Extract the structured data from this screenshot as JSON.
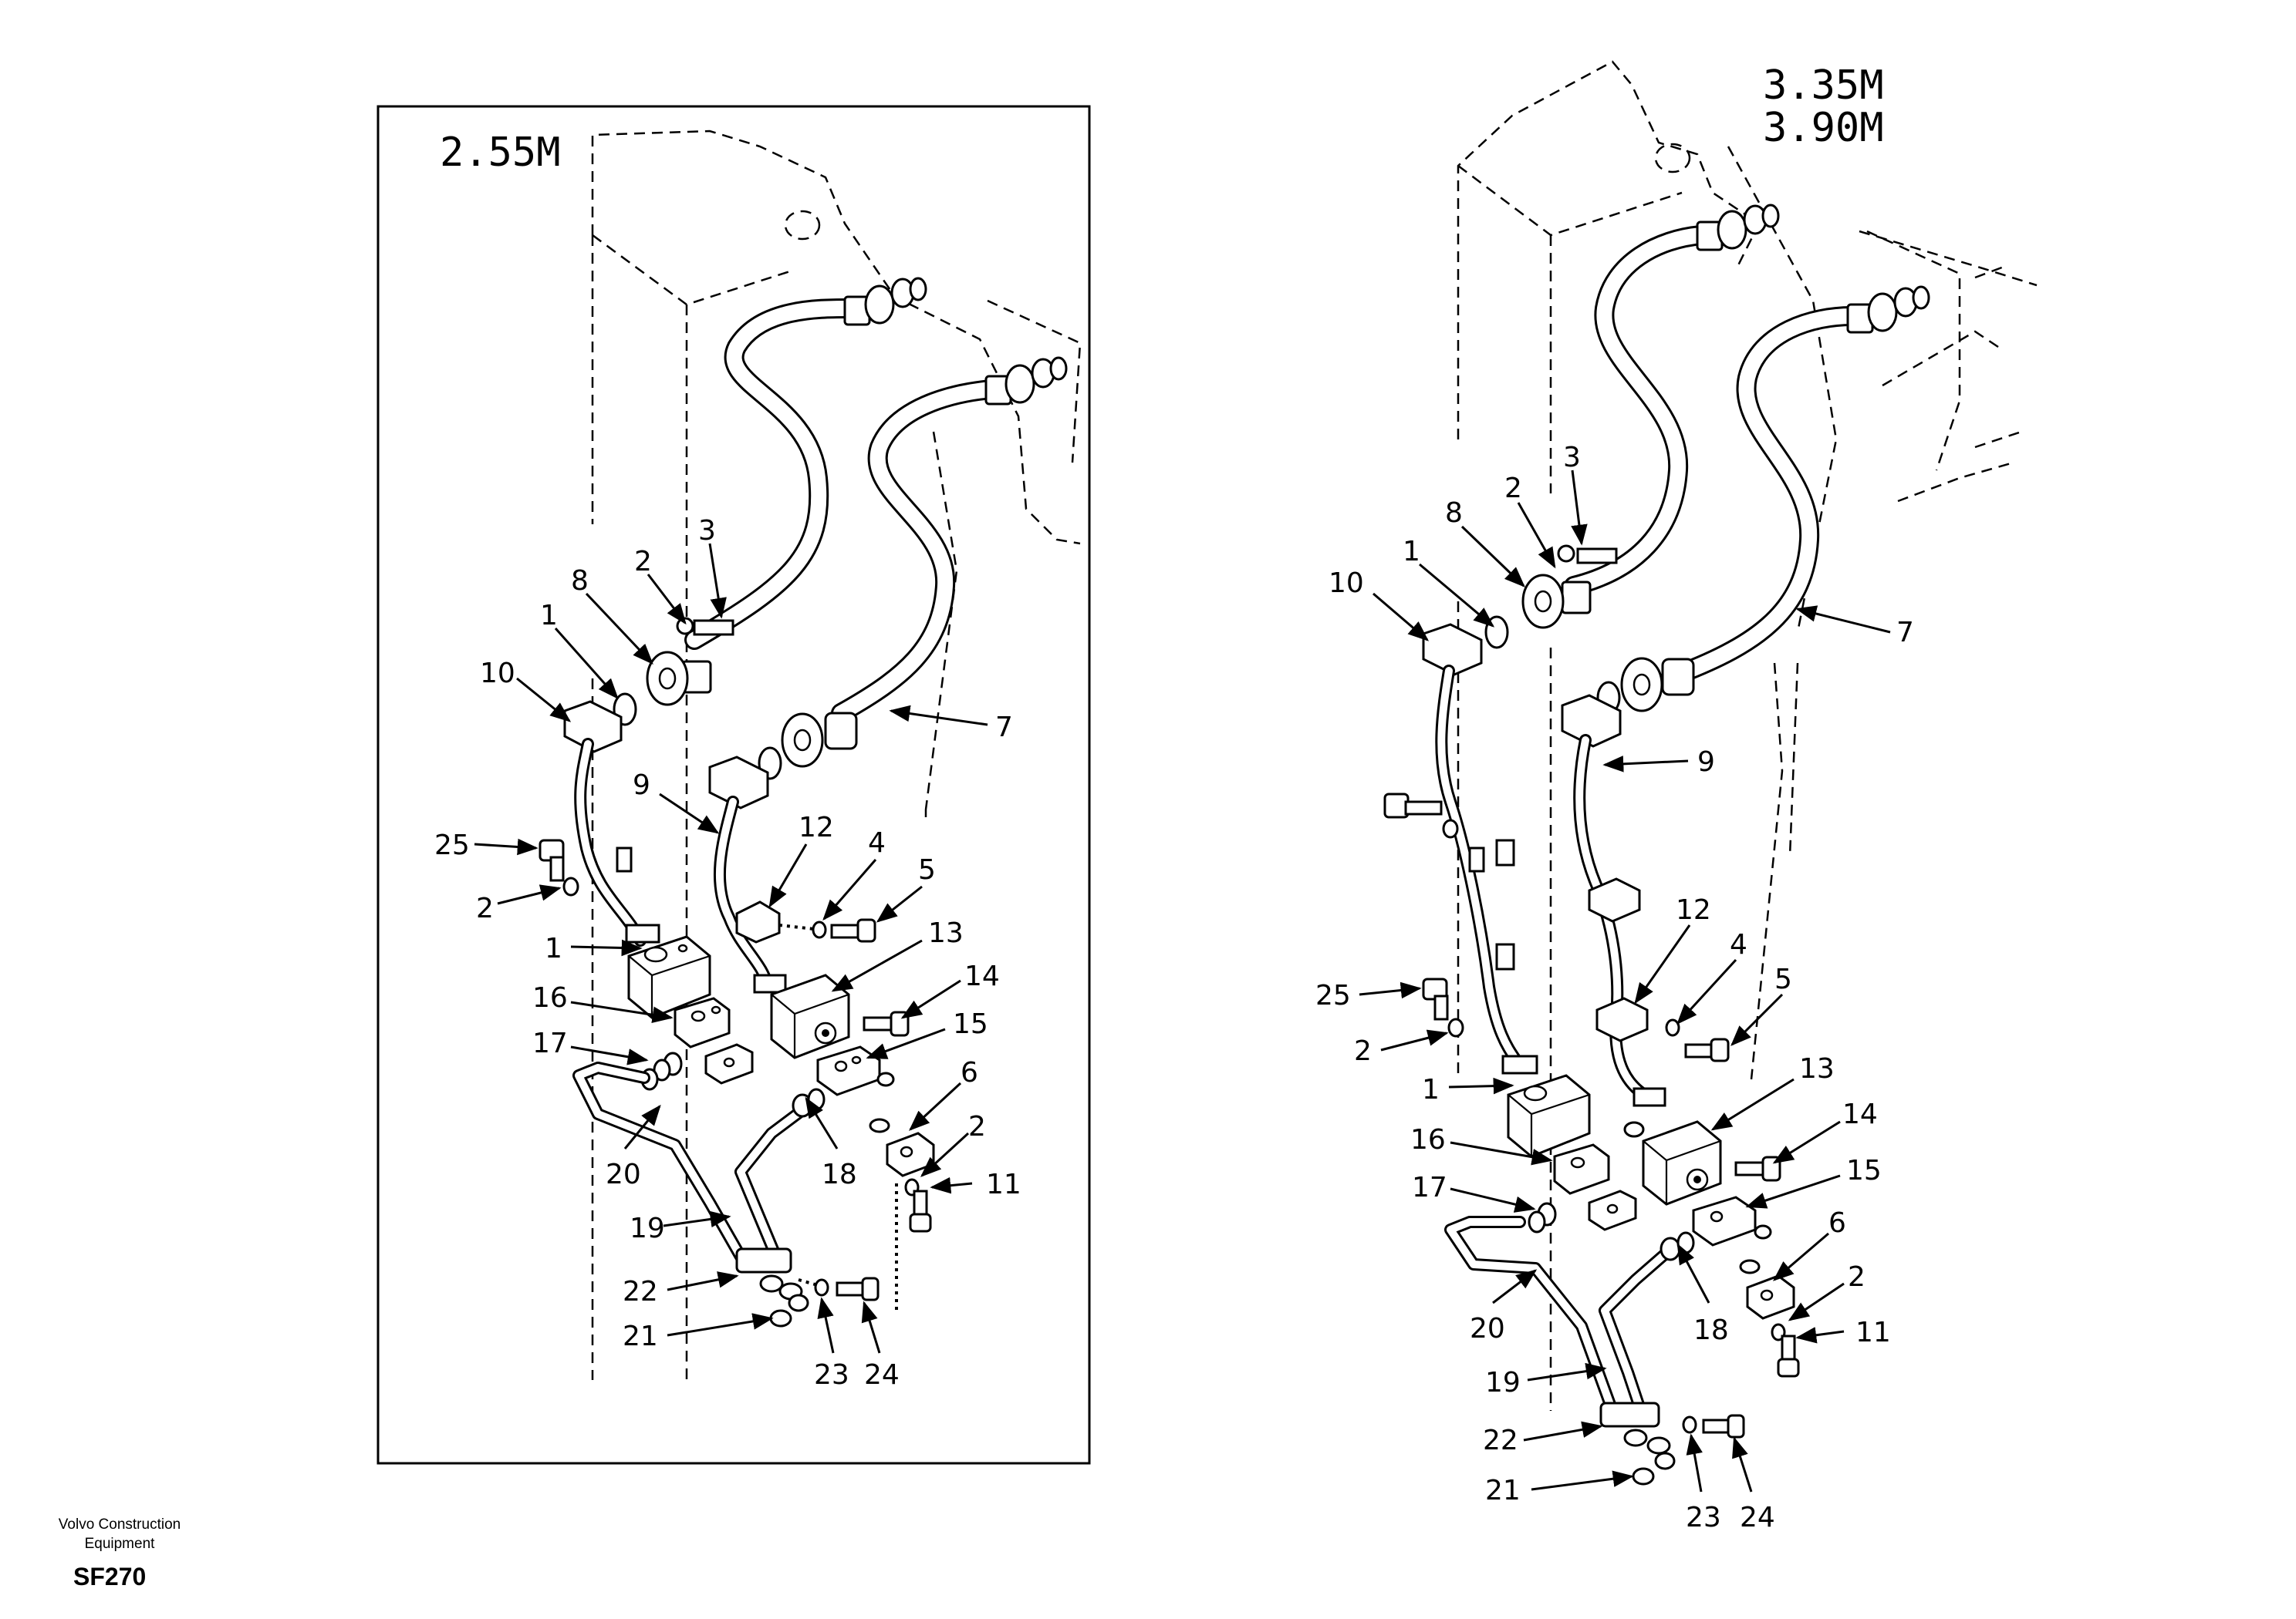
{
  "left_view": {
    "label": "2.55M",
    "callouts": [
      "3",
      "2",
      "8",
      "1",
      "10",
      "7",
      "9",
      "12",
      "4",
      "5",
      "25",
      "2",
      "1",
      "13",
      "14",
      "16",
      "15",
      "17",
      "6",
      "2",
      "20",
      "18",
      "11",
      "19",
      "22",
      "21",
      "23",
      "24"
    ]
  },
  "right_view": {
    "label_line1": "3.35M",
    "label_line2": "3.90M",
    "callouts": [
      "3",
      "2",
      "8",
      "1",
      "10",
      "7",
      "9",
      "12",
      "4",
      "5",
      "25",
      "2",
      "1",
      "13",
      "14",
      "16",
      "15",
      "17",
      "6",
      "2",
      "20",
      "18",
      "11",
      "19",
      "22",
      "21",
      "23",
      "24"
    ]
  },
  "footer": {
    "brand_line1": "Volvo Construction",
    "brand_line2": "Equipment",
    "code": "SF270"
  }
}
